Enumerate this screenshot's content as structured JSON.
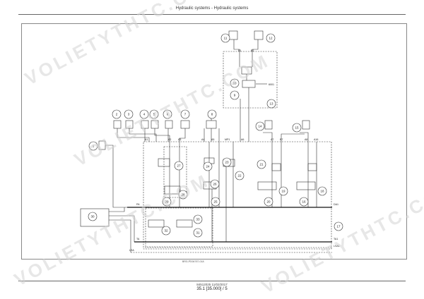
{
  "header": {
    "title": "Hydraulic systems - Hydraulic systems"
  },
  "footer": {
    "figure_code": "BRG-PD04767-01A",
    "doc_number": "84512025 11/02/2017",
    "page_ref": "35.1 [35.000] / 5"
  },
  "watermark": {
    "text": "VOLIETYTHTC.COM"
  },
  "diagram": {
    "components": [
      "1",
      "2",
      "3",
      "4",
      "5",
      "6",
      "7",
      "8",
      "9",
      "10",
      "11",
      "12",
      "13",
      "14",
      "15",
      "16",
      "17",
      "18",
      "19",
      "20",
      "21",
      "22",
      "23",
      "24",
      "25",
      "26",
      "27",
      "28",
      "29",
      "30",
      "31",
      "32",
      "33"
    ],
    "ports": {
      "upper_block": [
        "B1",
        "B2"
      ],
      "valve_ports": [
        "A1",
        "A2",
        "A3",
        "A4",
        "A5",
        "MP1",
        "A6",
        "A7",
        "B7",
        "A8",
        "A16"
      ],
      "lines_left": [
        "PA",
        "TA",
        "LSA"
      ],
      "lines_right": [
        "DA1",
        "TA1",
        "LSA1"
      ],
      "sensor": "6001"
    }
  }
}
